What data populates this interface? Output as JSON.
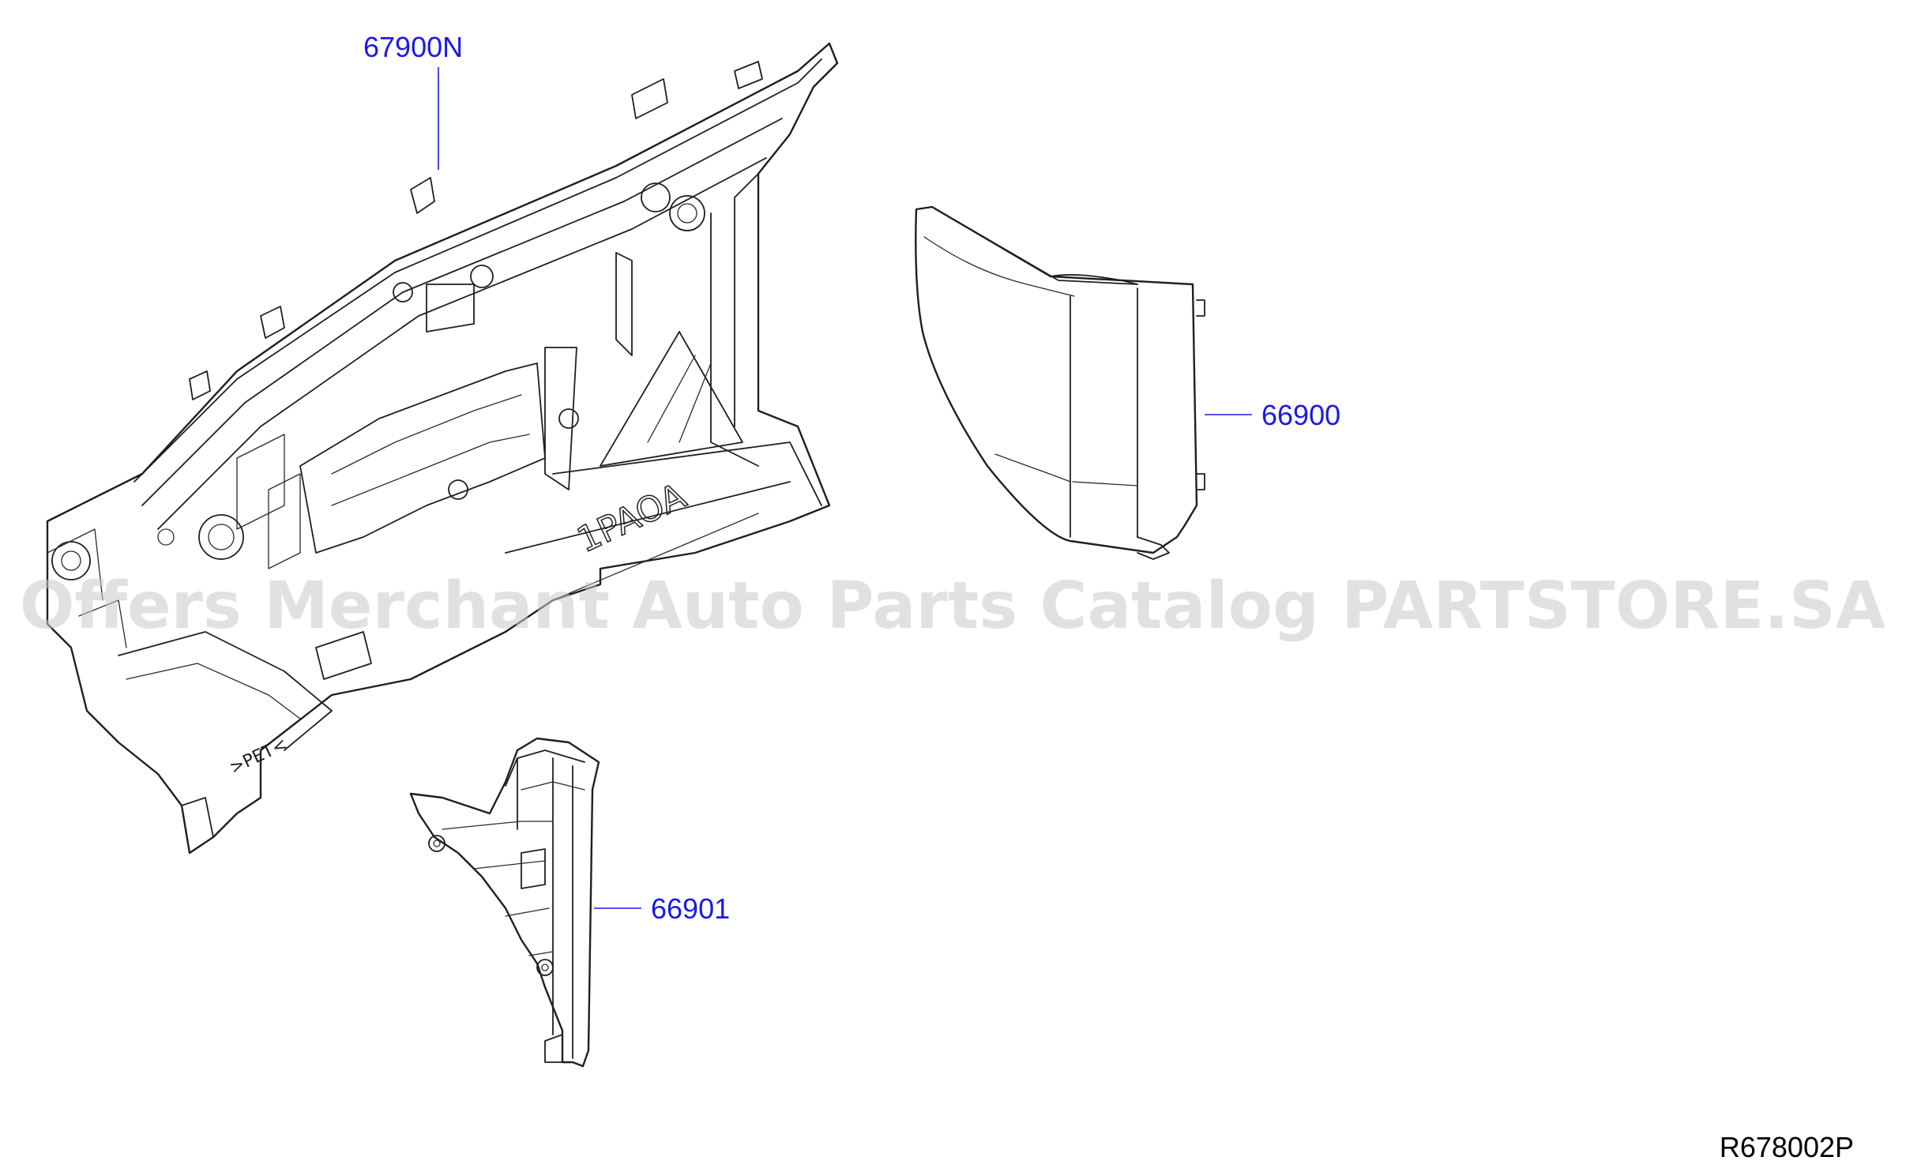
{
  "diagram": {
    "reference_code": "R678002P",
    "watermark": "Offers Merchant Auto Parts Catalog PARTSTORE.SA",
    "embossed_marks": {
      "dash_panel_code": "1PAOA",
      "material_mark": ">PET<"
    },
    "callouts": [
      {
        "id": "dash-insulator",
        "label": "67900N"
      },
      {
        "id": "side-trim",
        "label": "66900"
      },
      {
        "id": "lower-bracket",
        "label": "66901"
      }
    ]
  }
}
